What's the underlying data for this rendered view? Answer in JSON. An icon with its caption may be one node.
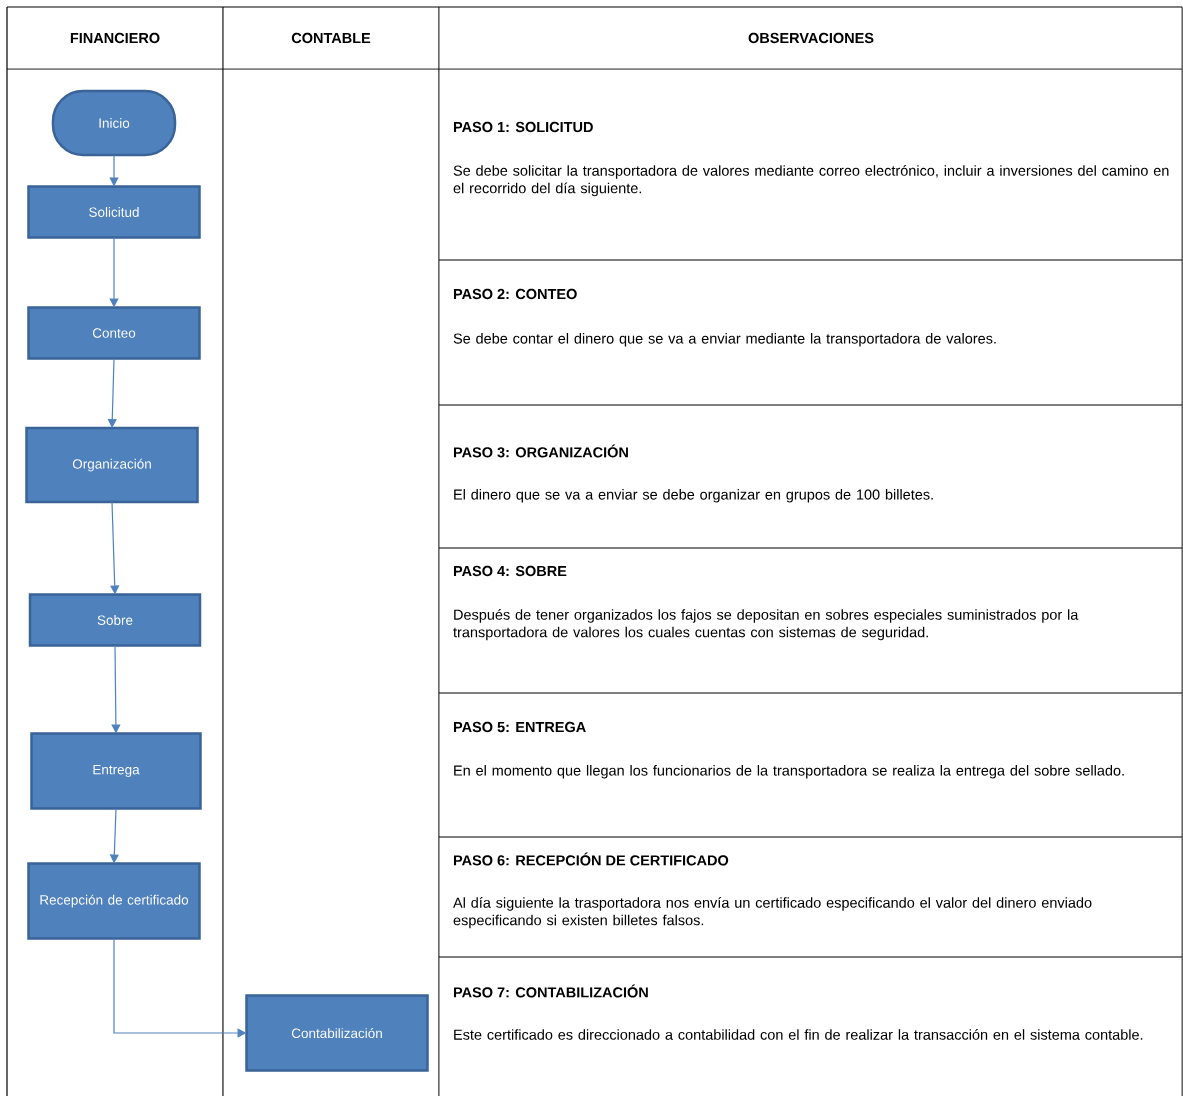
{
  "diagram": {
    "nodes": [
      {
        "text": [
          "Inicio"
        ]
      },
      {
        "text": [
          "Solicitud"
        ]
      },
      {
        "text": [
          "Conteo"
        ]
      },
      {
        "text": [
          "Organización"
        ]
      },
      {
        "text": [
          "Sobre"
        ]
      },
      {
        "text": [
          "Entrega"
        ]
      },
      {
        "text": [
          "Recepción de certificado"
        ]
      },
      {
        "text": [
          "Contabilización"
        ]
      }
    ],
    "edges": [
      {
        "from": 0,
        "to": 1,
        "arrow": "to"
      },
      {
        "from": 1,
        "to": 2,
        "arrow": "to"
      },
      {
        "from": 2,
        "to": 3,
        "arrow": "to"
      },
      {
        "from": 3,
        "to": 4,
        "arrow": "to"
      },
      {
        "from": 4,
        "to": 5,
        "arrow": "to"
      },
      {
        "from": 5,
        "to": 6,
        "arrow": "to"
      },
      {
        "from": 6,
        "to": 7,
        "arrow": "to"
      }
    ],
    "labels": [
      "FINANCIERO",
      "CONTABLE",
      "OBSERVACIONES",
      "PASO 1: SOLICITUD",
      "Se debe solicitar la transportadora de valores mediante correo electrónico, incluir a inversiones del camino en el recorrido del día siguiente.",
      "PASO 2: CONTEO",
      "Se debe contar el dinero que se va a enviar mediante la transportadora de valores.",
      "PASO 3: ORGANIZACIÓN",
      "El dinero que se va a enviar se debe organizar en grupos de 100 billetes.",
      "PASO 4: SOBRE",
      "Después de tener organizados los fajos se depositan en sobres especiales suministrados por la transportadora de valores los cuales cuentas con sistemas de seguridad.",
      "PASO 5: ENTREGA",
      "En el momento que llegan los funcionarios de la transportadora se realiza la entrega del sobre sellado.",
      "PASO 6: RECEPCIÓN DE CERTIFICADO",
      "Al día siguiente la trasportadora nos envía un certificado especificando el valor del dinero enviado especificando si existen billetes falsos.",
      "PASO 7: CONTABILIZACIÓN",
      "Este certificado es direccionado a contabilidad con el fin de realizar la transacción en el sistema contable."
    ]
  }
}
